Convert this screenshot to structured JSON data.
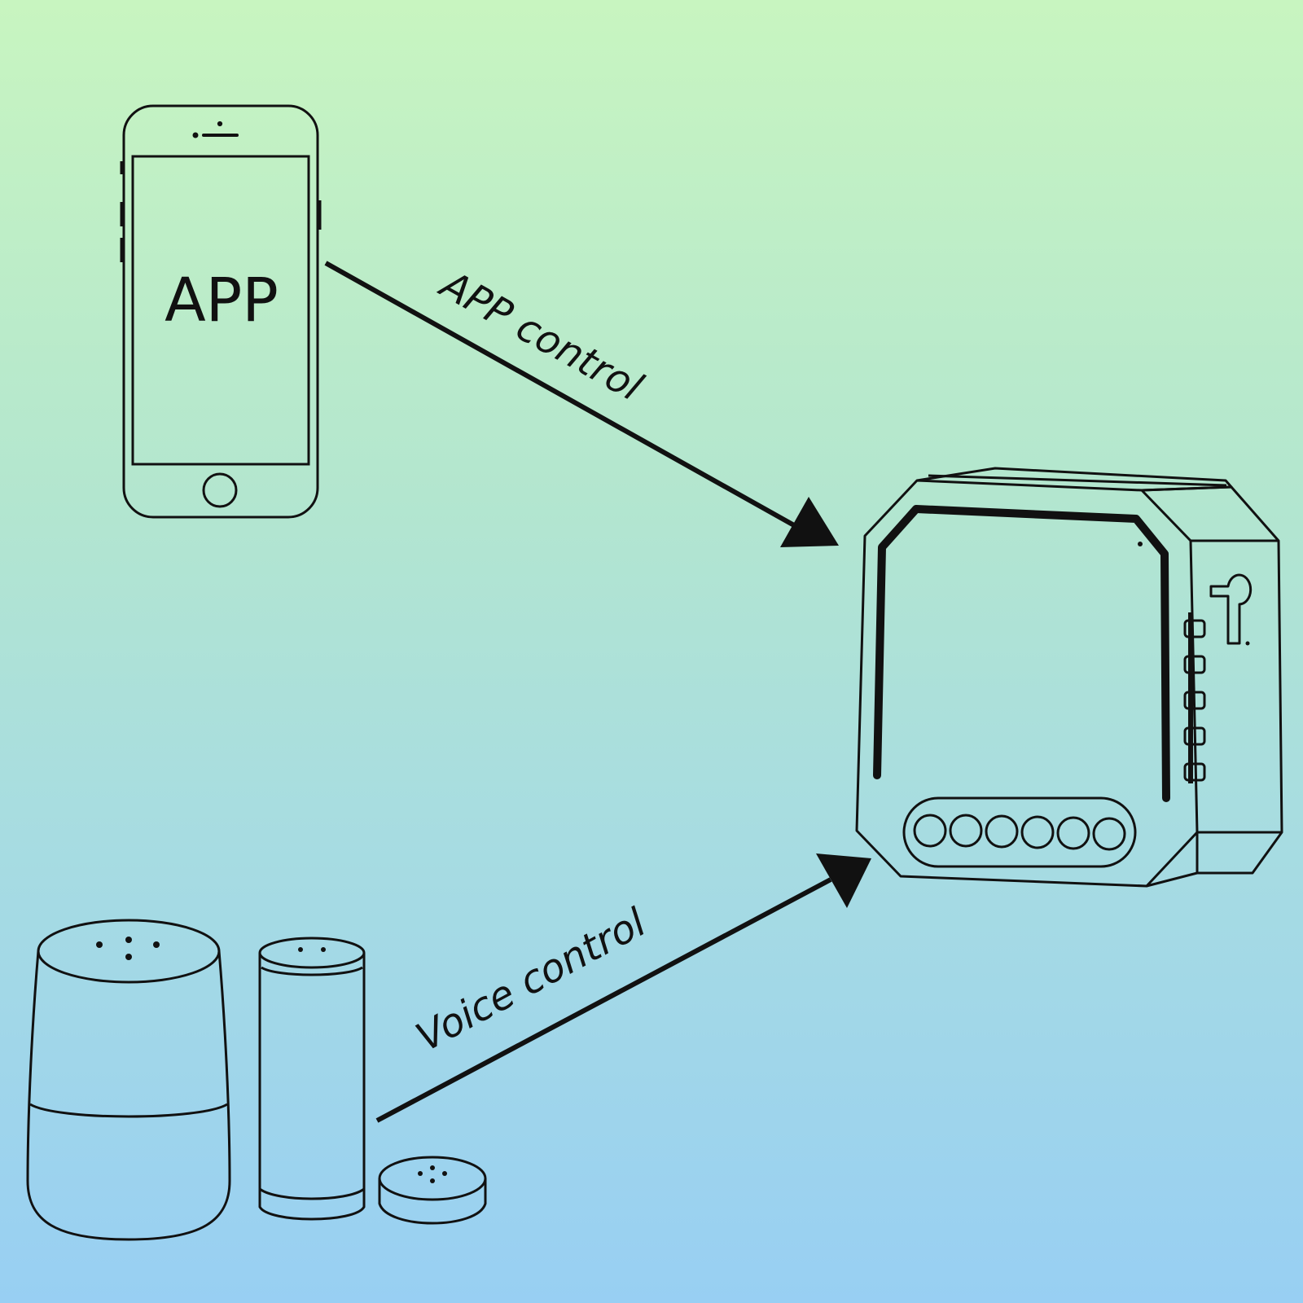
{
  "phone": {
    "screen_text": "APP"
  },
  "arrows": {
    "app_label": "APP control",
    "voice_label": "Voice control"
  },
  "colors": {
    "stroke": "#111111",
    "background_top": "#c8f5c0",
    "background_bottom": "#98cff3"
  }
}
